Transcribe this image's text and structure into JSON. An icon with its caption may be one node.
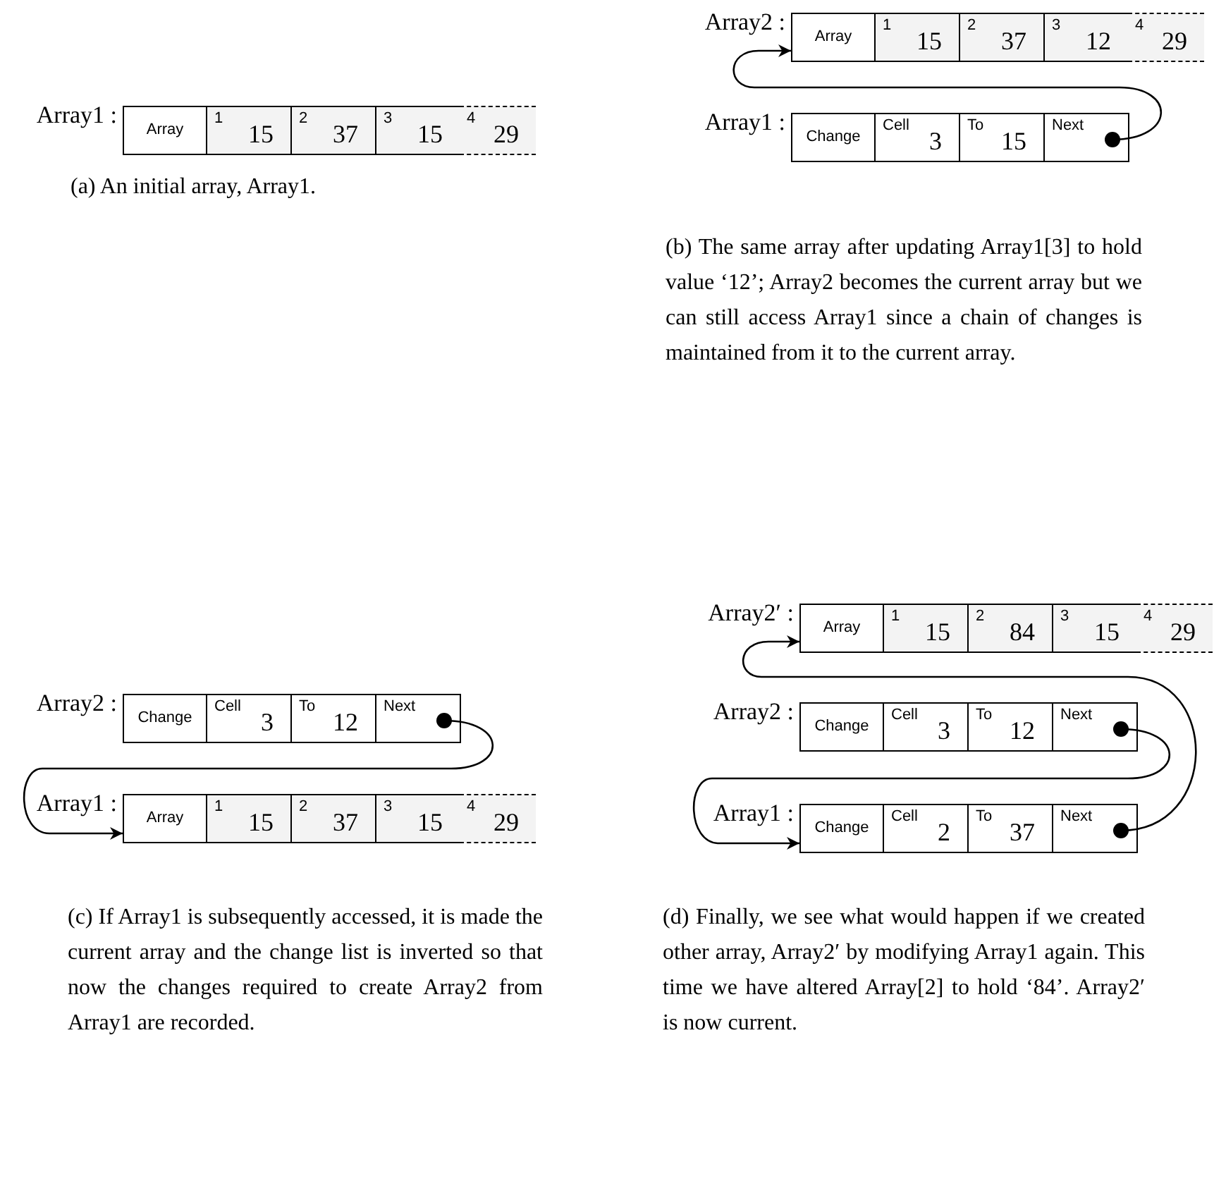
{
  "diagram": {
    "nodes": [
      {
        "text": [
          "Array1 :"
        ]
      },
      {
        "text": [
          "Array"
        ],
        "in": 0
      },
      {
        "text": [
          "1",
          "15"
        ],
        "in": 0
      },
      {
        "text": [
          "2",
          "37"
        ],
        "in": 0
      },
      {
        "text": [
          "3",
          "15"
        ],
        "in": 0
      },
      {
        "text": [
          "4",
          "29"
        ],
        "in": 0
      },
      {
        "text": [
          "Array2 :"
        ]
      },
      {
        "text": [
          "Array"
        ],
        "in": 6
      },
      {
        "text": [
          "1",
          "15"
        ],
        "in": 6
      },
      {
        "text": [
          "2",
          "37"
        ],
        "in": 6
      },
      {
        "text": [
          "3",
          "12"
        ],
        "in": 6
      },
      {
        "text": [
          "4",
          "29"
        ],
        "in": 6
      },
      {
        "text": [
          "Array1 :"
        ]
      },
      {
        "text": [
          "Change"
        ],
        "in": 12
      },
      {
        "text": [
          "Cell",
          "3"
        ],
        "in": 12
      },
      {
        "text": [
          "To",
          "15"
        ],
        "in": 12
      },
      {
        "text": [
          "Next"
        ],
        "in": 12
      },
      {
        "text": [
          "Array2 :"
        ]
      },
      {
        "text": [
          "Change"
        ],
        "in": 17
      },
      {
        "text": [
          "Cell",
          "3"
        ],
        "in": 17
      },
      {
        "text": [
          "To",
          "12"
        ],
        "in": 17
      },
      {
        "text": [
          "Next"
        ],
        "in": 17
      },
      {
        "text": [
          "Array1 :"
        ]
      },
      {
        "text": [
          "Array"
        ],
        "in": 22
      },
      {
        "text": [
          "1",
          "15"
        ],
        "in": 22
      },
      {
        "text": [
          "2",
          "37"
        ],
        "in": 22
      },
      {
        "text": [
          "3",
          "15"
        ],
        "in": 22
      },
      {
        "text": [
          "4",
          "29"
        ],
        "in": 22
      },
      {
        "text": [
          "Array2′ :"
        ]
      },
      {
        "text": [
          "Array"
        ],
        "in": 28
      },
      {
        "text": [
          "1",
          "15"
        ],
        "in": 28
      },
      {
        "text": [
          "2",
          "84"
        ],
        "in": 28
      },
      {
        "text": [
          "3",
          "15"
        ],
        "in": 28
      },
      {
        "text": [
          "4",
          "29"
        ],
        "in": 28
      },
      {
        "text": [
          "Array2 :"
        ]
      },
      {
        "text": [
          "Change"
        ],
        "in": 34
      },
      {
        "text": [
          "Cell",
          "3"
        ],
        "in": 34
      },
      {
        "text": [
          "To",
          "12"
        ],
        "in": 34
      },
      {
        "text": [
          "Next"
        ],
        "in": 34
      },
      {
        "text": [
          "Array1 :"
        ]
      },
      {
        "text": [
          "Change"
        ],
        "in": 39
      },
      {
        "text": [
          "Cell",
          "2"
        ],
        "in": 39
      },
      {
        "text": [
          "To",
          "37"
        ],
        "in": 39
      },
      {
        "text": [
          "Next"
        ],
        "in": 39
      }
    ],
    "edges": [
      {
        "from": 16,
        "to": 6,
        "arrow": "to"
      },
      {
        "from": 21,
        "to": 22,
        "arrow": "to"
      },
      {
        "from": 38,
        "to": 39,
        "arrow": "to"
      },
      {
        "from": 43,
        "to": 28,
        "arrow": "to"
      }
    ],
    "labels": [
      "(a) An initial array, Array1.",
      "(b) The same array after updating Array1[3] to hold value ‘12’; Array2 becomes the current array but we can still access Array1 since a chain of changes is maintained from it to the current array.",
      "(c) If Array1 is subsequently accessed, it is made the current array and the change list is inverted so that now the changes required to create Array2 from Array1 are recorded.",
      "(d) Finally, we see what would happen if we created other array, Array2′ by modifying Array1 again. This time we have altered Array[2] to hold ‘84’. Array2′ is now current."
    ]
  }
}
